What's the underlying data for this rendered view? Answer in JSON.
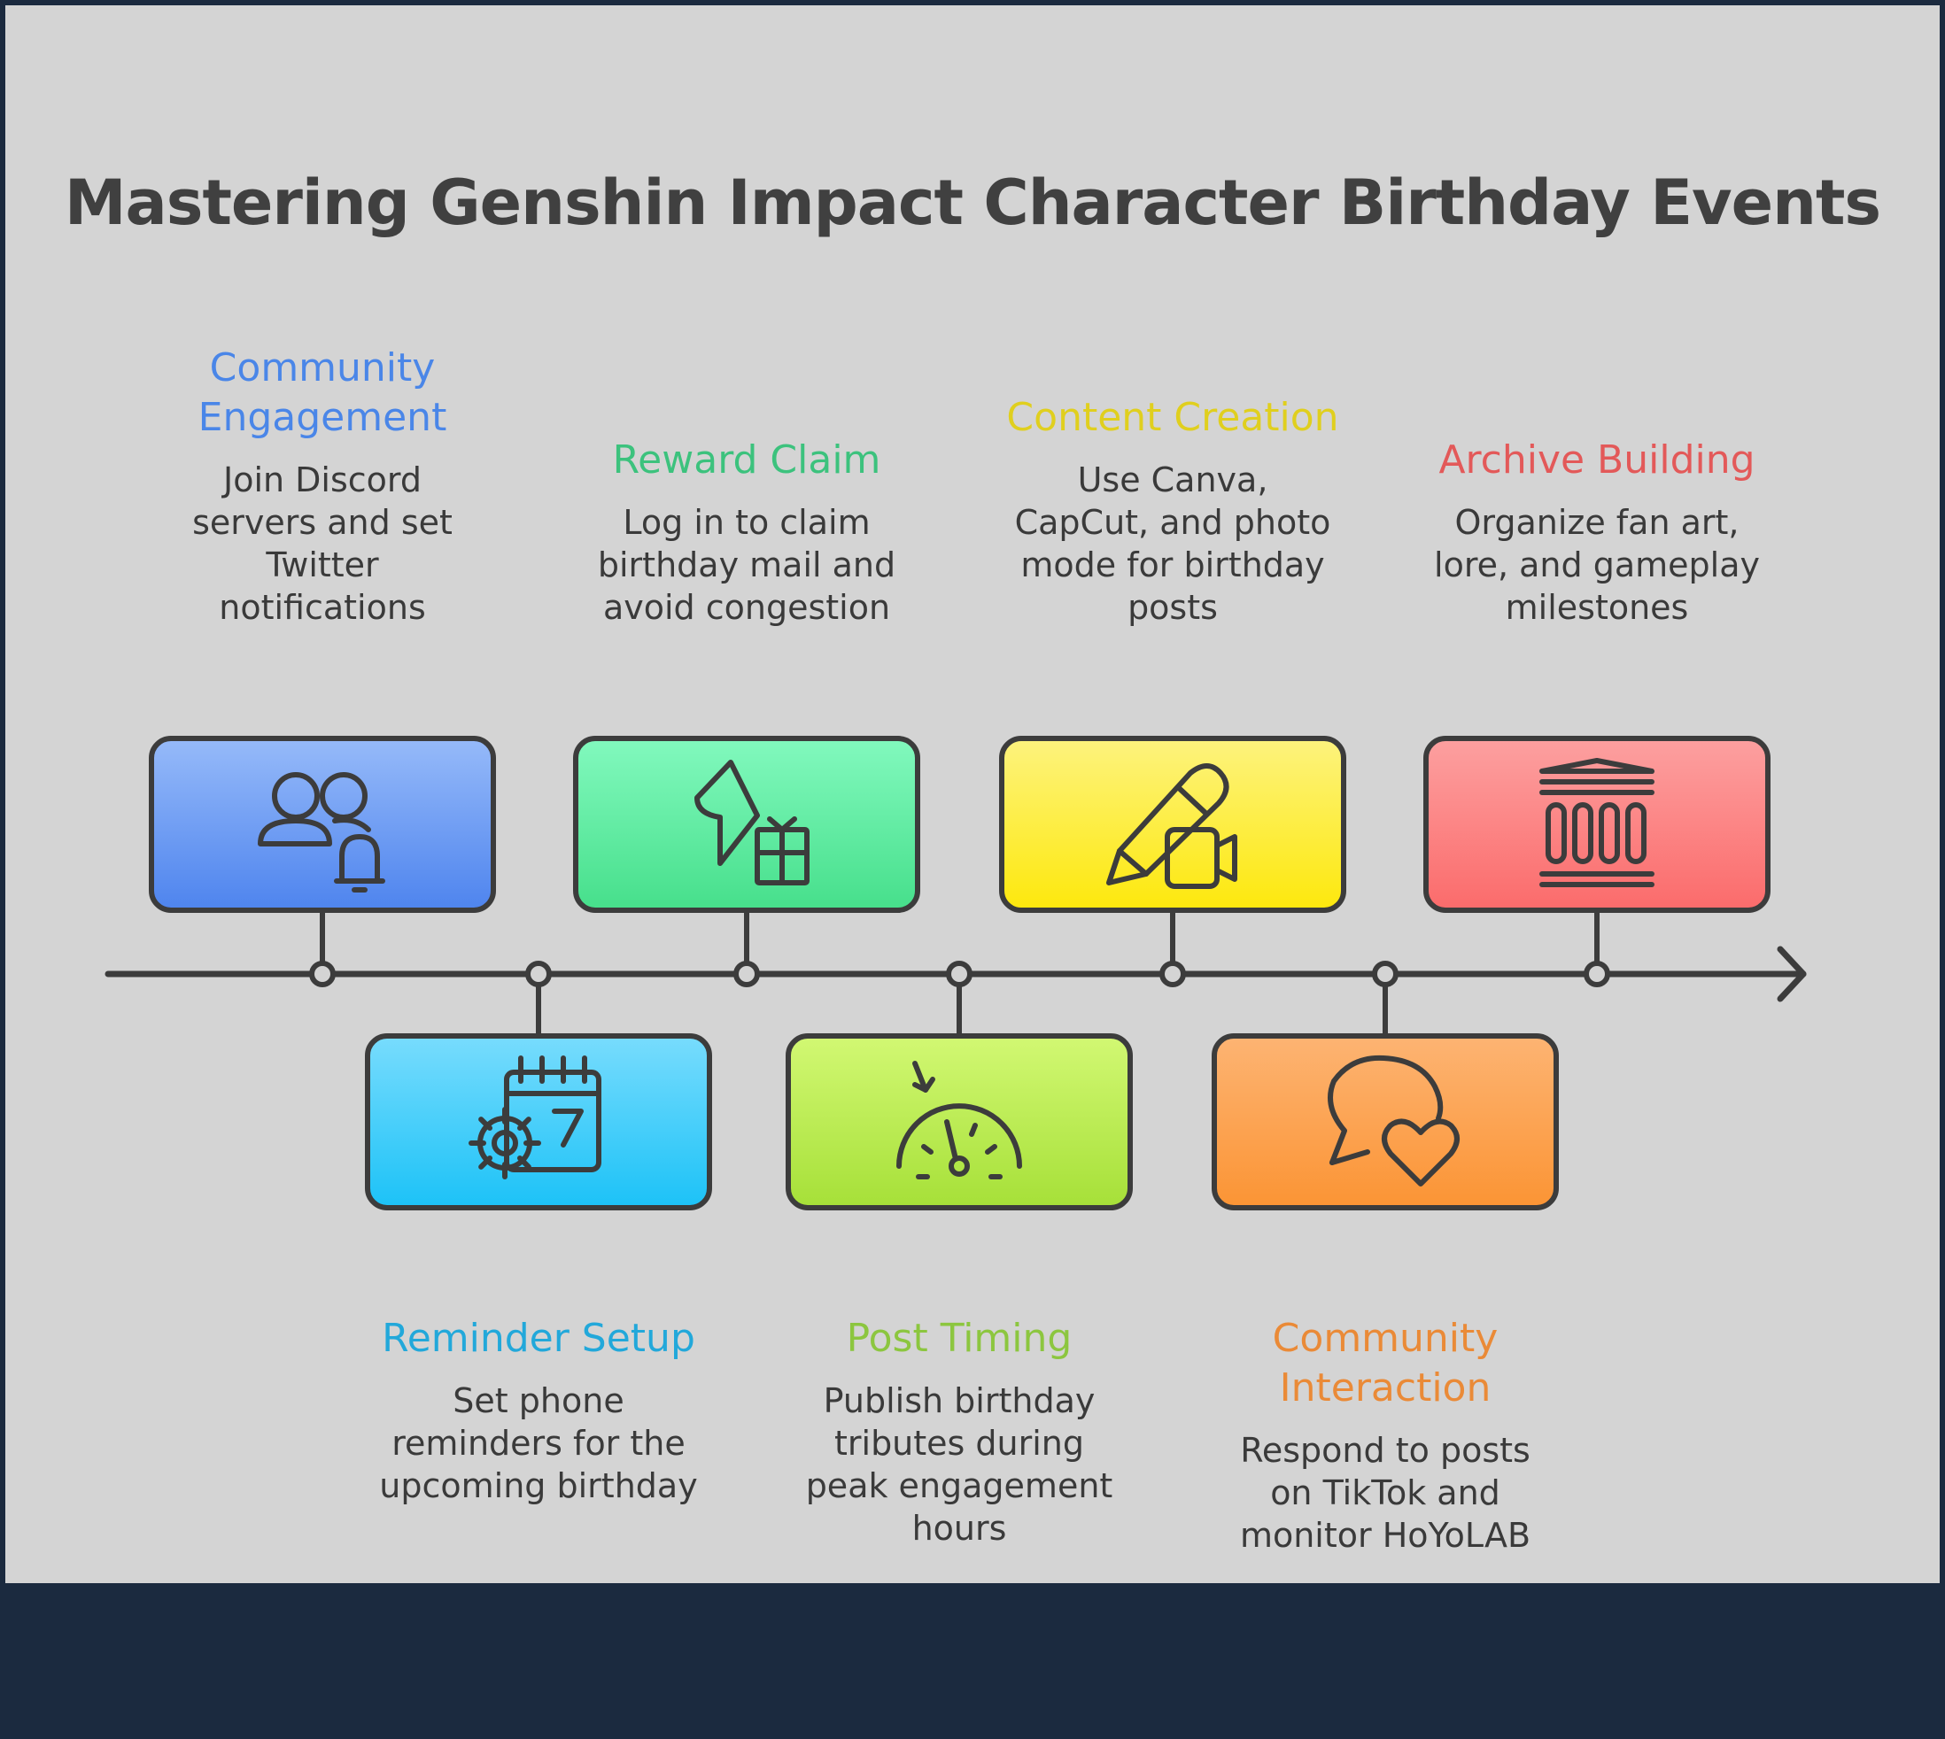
{
  "title": "Mastering Genshin Impact Character Birthday Events",
  "stages": [
    {
      "id": "community-engagement",
      "position": "top",
      "title_lines": [
        "Community",
        "Engagement"
      ],
      "desc_lines": [
        "Join Discord",
        "servers and set",
        "Twitter",
        "notifications"
      ],
      "color": "#4a86e8",
      "fill_top": "#96baf9",
      "fill_bottom": "#4e84ee",
      "icon": "users-bell-icon"
    },
    {
      "id": "reminder-setup",
      "position": "bottom",
      "title_lines": [
        "Reminder Setup"
      ],
      "desc_lines": [
        "Set phone",
        "reminders for the",
        "upcoming birthday"
      ],
      "color": "#22a8da",
      "fill_top": "#78dcfd",
      "fill_bottom": "#1cc2f7",
      "icon": "calendar-gear-icon"
    },
    {
      "id": "reward-claim",
      "position": "top",
      "title_lines": [
        "Reward Claim"
      ],
      "desc_lines": [
        "Log in to claim",
        "birthday mail and",
        "avoid congestion"
      ],
      "color": "#3cc27d",
      "fill_top": "#82f9be",
      "fill_bottom": "#46df8b",
      "icon": "pointer-gift-icon"
    },
    {
      "id": "post-timing",
      "position": "bottom",
      "title_lines": [
        "Post Timing"
      ],
      "desc_lines": [
        "Publish birthday",
        "tributes during",
        "peak engagement",
        "hours"
      ],
      "color": "#8cc63f",
      "fill_top": "#d2f873",
      "fill_bottom": "#a6e038",
      "icon": "speedometer-icon"
    },
    {
      "id": "content-creation",
      "position": "top",
      "title_lines": [
        "Content Creation"
      ],
      "desc_lines": [
        "Use Canva,",
        "CapCut, and photo",
        "mode for birthday",
        "posts"
      ],
      "color": "#e0cf1e",
      "fill_top": "#fdf37e",
      "fill_bottom": "#fde80c",
      "icon": "pencil-video-icon"
    },
    {
      "id": "community-interaction",
      "position": "bottom",
      "title_lines": [
        "Community",
        "Interaction"
      ],
      "desc_lines": [
        "Respond to posts",
        "on TikTok and",
        "monitor HoYoLAB"
      ],
      "color": "#ea8a37",
      "fill_top": "#fdb473",
      "fill_bottom": "#fb9434",
      "icon": "chat-heart-icon"
    },
    {
      "id": "archive-building",
      "position": "top",
      "title_lines": [
        "Archive Building"
      ],
      "desc_lines": [
        "Organize fan art,",
        "lore, and gameplay",
        "milestones"
      ],
      "color": "#e35959",
      "fill_top": "#fca0a0",
      "fill_bottom": "#fb6b6b",
      "icon": "archive-building-icon"
    }
  ]
}
